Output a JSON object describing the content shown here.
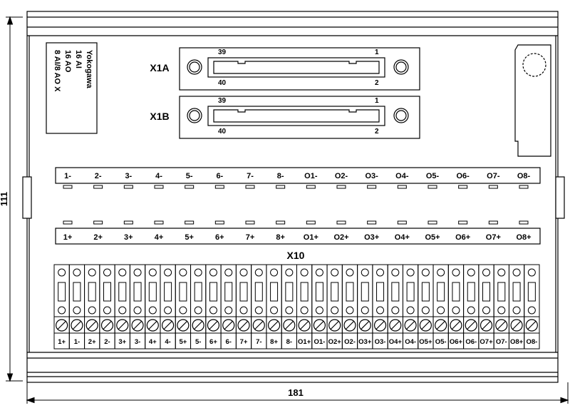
{
  "dimensions": {
    "height": "111",
    "width": "181"
  },
  "label": {
    "lines": [
      "Yokogawa",
      "16 AI",
      "16 AO",
      "8 AI/8 AO  X"
    ]
  },
  "connectors": [
    {
      "name": "X1A",
      "pin_top_left": "39",
      "pin_top_right": "1",
      "pin_bottom_left": "40",
      "pin_bottom_right": "2"
    },
    {
      "name": "X1B",
      "pin_top_left": "39",
      "pin_top_right": "1",
      "pin_bottom_left": "40",
      "pin_bottom_right": "2"
    }
  ],
  "minus_row": [
    "1-",
    "2-",
    "3-",
    "4-",
    "5-",
    "6-",
    "7-",
    "8-",
    "O1-",
    "O2-",
    "O3-",
    "O4-",
    "O5-",
    "O6-",
    "O7-",
    "O8-"
  ],
  "plus_row": [
    "1+",
    "2+",
    "3+",
    "4+",
    "5+",
    "6+",
    "7+",
    "8+",
    "O1+",
    "O2+",
    "O3+",
    "O4+",
    "O5+",
    "O6+",
    "O7+",
    "O8+"
  ],
  "terminal_block": {
    "name": "X10",
    "terminals": [
      "1+",
      "1-",
      "2+",
      "2-",
      "3+",
      "3-",
      "4+",
      "4-",
      "5+",
      "5-",
      "6+",
      "6-",
      "7+",
      "7-",
      "8+",
      "8-",
      "O1+",
      "O1-",
      "O2+",
      "O2-",
      "O3+",
      "O3-",
      "O4+",
      "O4-",
      "O5+",
      "O5-",
      "O6+",
      "O6-",
      "O7+",
      "O7-",
      "O8+",
      "O8-"
    ]
  }
}
